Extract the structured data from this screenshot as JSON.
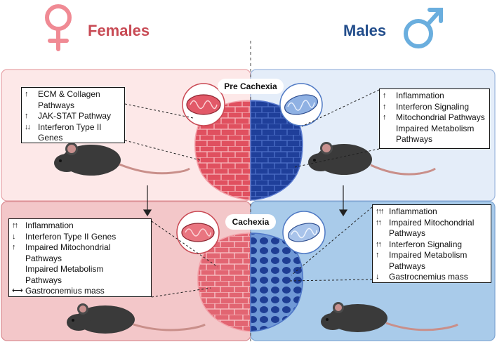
{
  "headers": {
    "females": "Females",
    "males": "Males"
  },
  "stages": {
    "pre": "Pre Cachexia",
    "cachexia": "Cachexia"
  },
  "colors": {
    "female_accent": "#c84b55",
    "male_accent": "#234e8c",
    "female_bg_top": "#fde8e8",
    "female_bg_bottom": "#f3c7c9",
    "male_bg_top": "#e4edf9",
    "male_bg_bottom": "#a9cbea"
  },
  "boxes": {
    "female_pre": [
      {
        "arrow": "↑",
        "label": "ECM & Collagen"
      },
      {
        "arrow": "",
        "label": "Pathways"
      },
      {
        "arrow": "↑",
        "label": "JAK-STAT Pathway"
      },
      {
        "arrow": "↓↓",
        "label": "Interferon Type II"
      },
      {
        "arrow": "",
        "label": "Genes"
      }
    ],
    "male_pre": [
      {
        "arrow": "↑",
        "label": "Inflammation"
      },
      {
        "arrow": "↑",
        "label": "Interferon Signaling"
      },
      {
        "arrow": "↑",
        "label": "Mitochondrial Pathways"
      },
      {
        "arrow": "",
        "label": "Impaired Metabolism"
      },
      {
        "arrow": "",
        "label": "Pathways"
      }
    ],
    "female_cachexia": [
      {
        "arrow": "↑↑",
        "label": "Inflammation"
      },
      {
        "arrow": "↓",
        "label": "Interferon Type II Genes"
      },
      {
        "arrow": "↑",
        "label": "Impaired Mitochondrial"
      },
      {
        "arrow": "",
        "label": "Pathways"
      },
      {
        "arrow": "",
        "label": "Impaired Metabolism"
      },
      {
        "arrow": "",
        "label": "Pathways"
      },
      {
        "arrow": "⟷",
        "label": "Gastrocnemius mass"
      }
    ],
    "male_cachexia": [
      {
        "arrow": "↑↑↑",
        "label": "Inflammation"
      },
      {
        "arrow": "↑↑",
        "label": "Impaired Mitochondrial"
      },
      {
        "arrow": "",
        "label": "Pathways"
      },
      {
        "arrow": "↑↑",
        "label": "Interferon Signaling"
      },
      {
        "arrow": "↑",
        "label": "Impaired Metabolism"
      },
      {
        "arrow": "",
        "label": "Pathways"
      },
      {
        "arrow": "↓",
        "label": "Gastrocnemius mass"
      }
    ]
  }
}
